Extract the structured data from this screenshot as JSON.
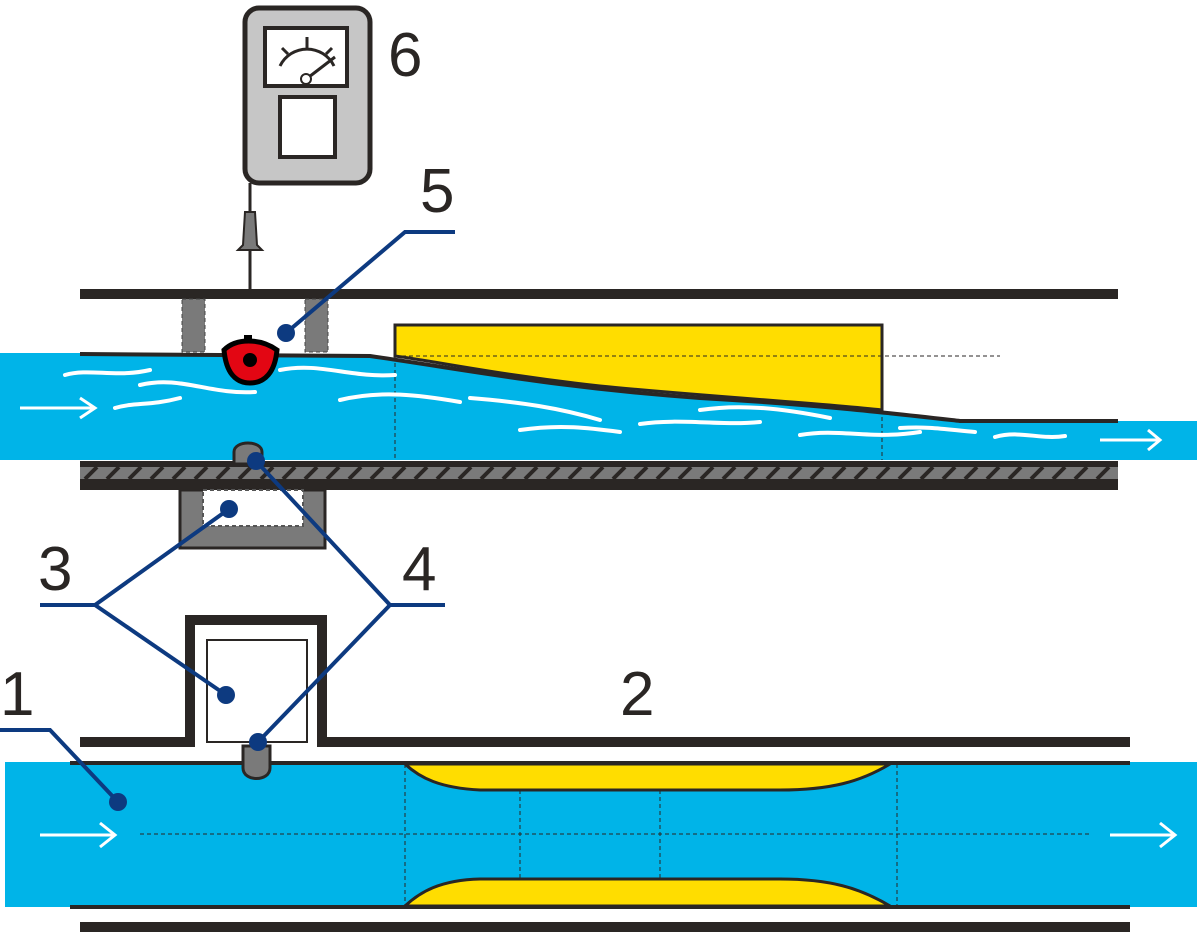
{
  "labels": {
    "l1": "1",
    "l2": "2",
    "l3": "3",
    "l4": "4",
    "l5": "5",
    "l6": "6"
  },
  "colors": {
    "water": "#00b4e8",
    "sediment": "#ffdd00",
    "wall": "#2a2624",
    "leader": "#0d3a80",
    "float": "#e30613",
    "meter": "#c6c6c6",
    "pier": "#7a7a7a"
  }
}
